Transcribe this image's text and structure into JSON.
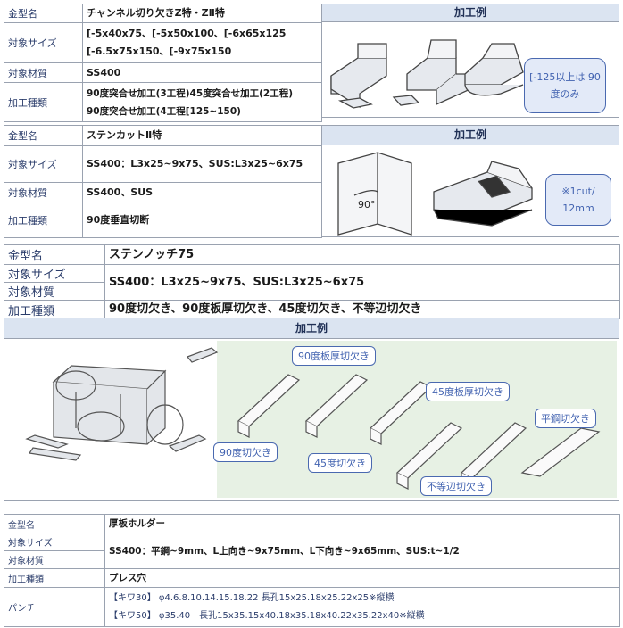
{
  "s1": {
    "rows": [
      {
        "label": "金型名",
        "value": "チャンネル切り欠きZ特・ZⅡ特"
      },
      {
        "label": "対象サイズ",
        "value_lines": [
          "[-5x40x75、[-5x50x100、[-6x65x125",
          "[-6.5x75x150、[-9x75x150"
        ]
      },
      {
        "label": "対象材質",
        "value": "SS400"
      },
      {
        "label": "加工種類",
        "value_lines": [
          "90度突合せ加工(3工程)45度突合せ加工(2工程)",
          "90度突合せ加工(4工程[125~150)"
        ]
      }
    ],
    "example_header": "加工例",
    "note": "[-125以上は 90度のみ"
  },
  "s2": {
    "rows": [
      {
        "label": "金型名",
        "value": "ステンカットⅡ特"
      },
      {
        "label": "対象サイズ",
        "value": "SS400：L3x25~9x75、SUS:L3x25~6x75"
      },
      {
        "label": "対象材質",
        "value": "SS400、SUS"
      },
      {
        "label": "加工種類",
        "value": "90度垂直切断"
      }
    ],
    "example_header": "加工例",
    "angle": "90°",
    "note": "※1cut/ 12mm"
  },
  "s3": {
    "name_label": "金型名",
    "name_value": "ステンノッチ75",
    "size_label": "対象サイズ",
    "material_label": "対象材質",
    "size_value": "SS400：L3x25~9x75、SUS:L3x25~6x75",
    "type_label": "加工種類",
    "type_value": "90度切欠き、90度板厚切欠き、45度切欠き、不等辺切欠き",
    "example_header": "加工例",
    "tags": {
      "t1": "90度板厚切欠き",
      "t2": "45度板厚切欠き",
      "t3": "平鋼切欠き",
      "t4": "90度切欠き",
      "t5": "45度切欠き",
      "t6": "不等辺切欠き"
    }
  },
  "s4": {
    "name_label": "金型名",
    "name_value": "厚板ホルダー",
    "size_label": "対象サイズ",
    "material_label": "対象材質",
    "size_value": "SS400：平鋼~9mm、L上向き~9x75mm、L下向き~9x65mm、SUS:t~1/2",
    "type_label": "加工種類",
    "type_value": "プレス穴",
    "punch_label": "パンチ",
    "punch_lines": [
      "【キワ30】 φ4.6.8.10.14.15.18.22 長孔15x25.18x25.22x25※縦横",
      "【キワ50】 φ35.40　長孔15x35.15x40.18x35.18x40.22x35.22x40※縦横"
    ]
  },
  "colors": {
    "accent": "#4a69b0",
    "header_bg": "#dbe4f1",
    "label": "#2b3d6b"
  }
}
